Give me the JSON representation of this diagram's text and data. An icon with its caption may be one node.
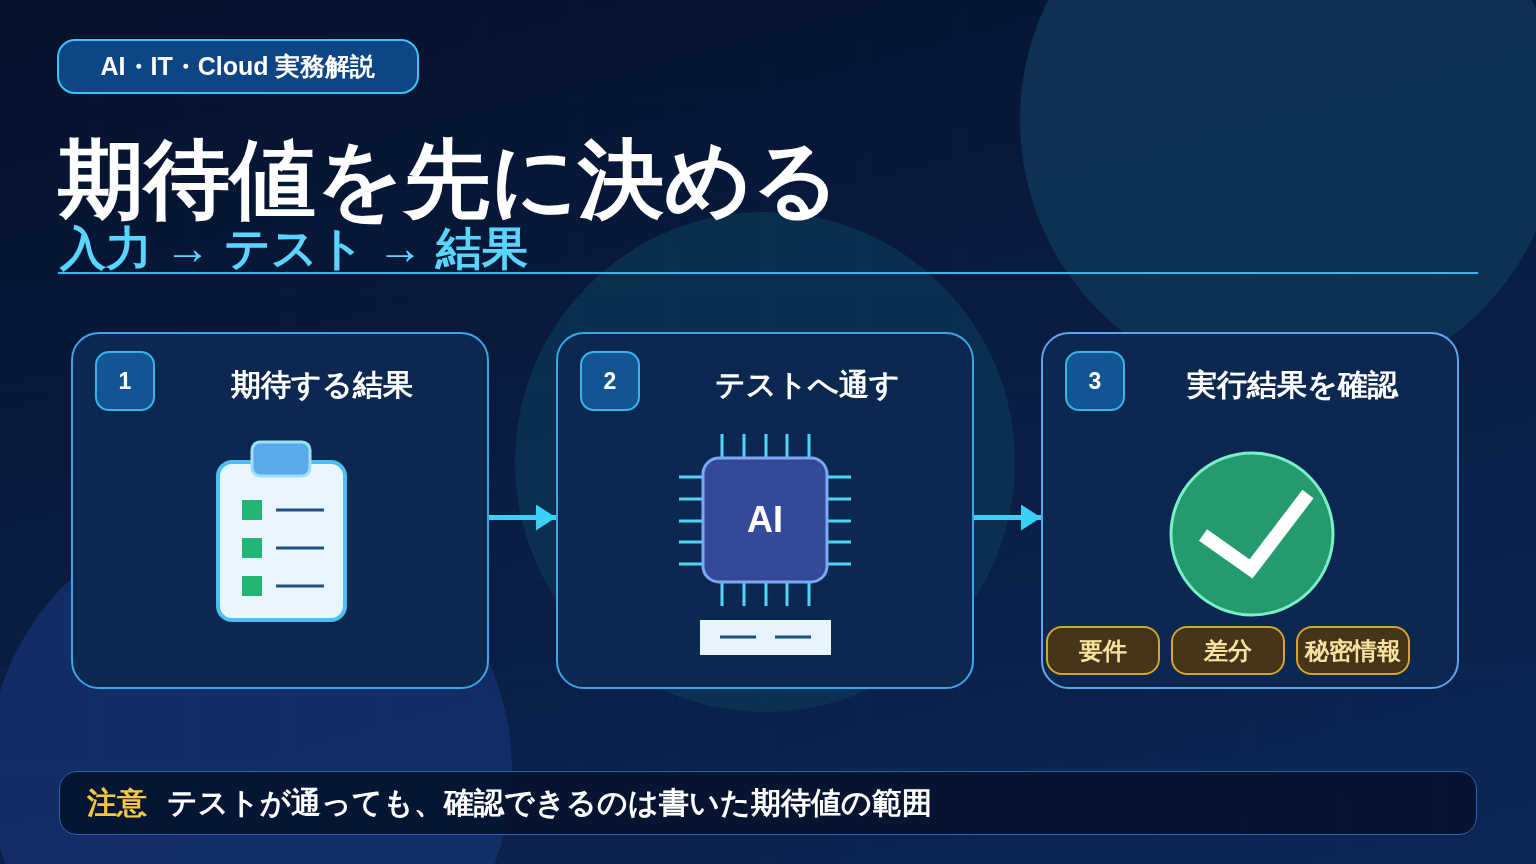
{
  "diagram": {
    "title": "期待値を先に決める",
    "nodes": [
      {
        "text": [
          "AI・IT・Cloud 実務解説"
        ]
      },
      {
        "text": [
          "1",
          "期待する結果"
        ]
      },
      {
        "text": [
          "2",
          "テストへ通す"
        ]
      },
      {
        "text": [
          "AI"
        ],
        "in": 2
      },
      {
        "text": [
          "3",
          "実行結果を確認"
        ]
      },
      {
        "text": [
          "要件"
        ],
        "in": 4
      },
      {
        "text": [
          "差分"
        ],
        "in": 4
      },
      {
        "text": [
          "秘密情報"
        ],
        "in": 4
      },
      {
        "text": [
          "注意",
          "テストが通っても、確認できるのは書いた期待値の範囲"
        ]
      }
    ],
    "edges": [
      {
        "from": 1,
        "to": 2,
        "arrow": "to"
      },
      {
        "from": 2,
        "to": 4,
        "arrow": "to"
      }
    ],
    "labels": [
      "入力 → テスト → 結果"
    ]
  }
}
